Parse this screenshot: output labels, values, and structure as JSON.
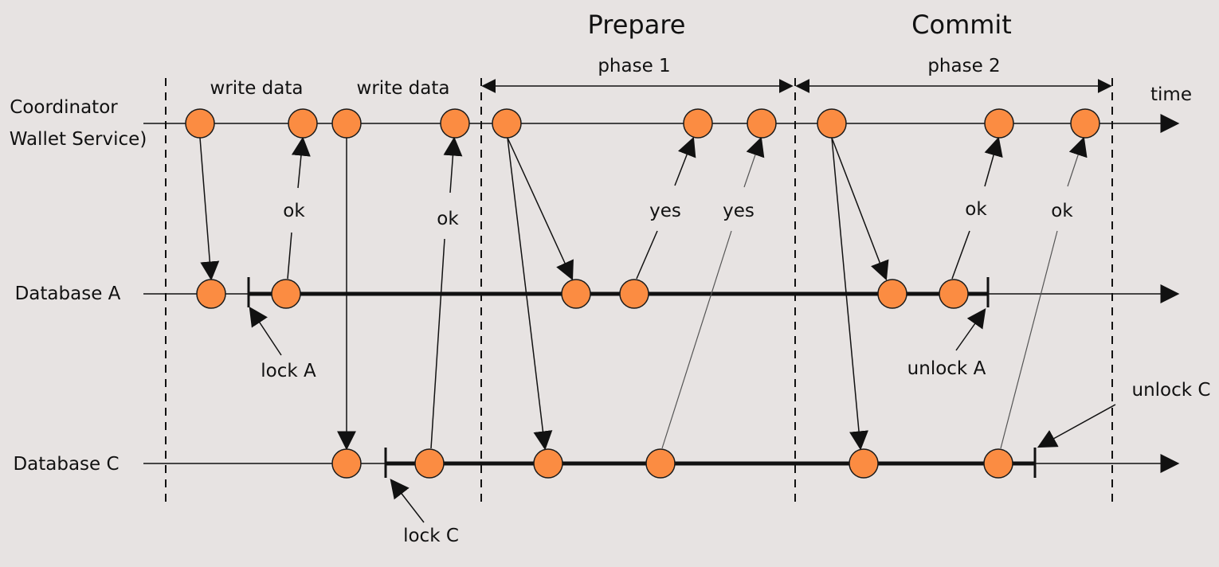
{
  "phases": {
    "prepare": "Prepare",
    "prepare_sub": "phase 1",
    "commit": "Commit",
    "commit_sub": "phase 2"
  },
  "time_label": "time",
  "lanes": {
    "coordinator_line1": "Coordinator",
    "coordinator_line2": "Wallet Service)",
    "db_a": "Database A",
    "db_c": "Database C"
  },
  "labels": {
    "write_data_1": "write data",
    "write_data_2": "write data",
    "ok_1": "ok",
    "ok_2": "ok",
    "yes_1": "yes",
    "yes_2": "yes",
    "ok_3": "ok",
    "ok_4": "ok",
    "lock_a": "lock A",
    "unlock_a": "unlock A",
    "lock_c": "lock C",
    "unlock_c": "unlock C"
  },
  "colors": {
    "event": "#fb8c42",
    "background": "#e7e3e2"
  }
}
